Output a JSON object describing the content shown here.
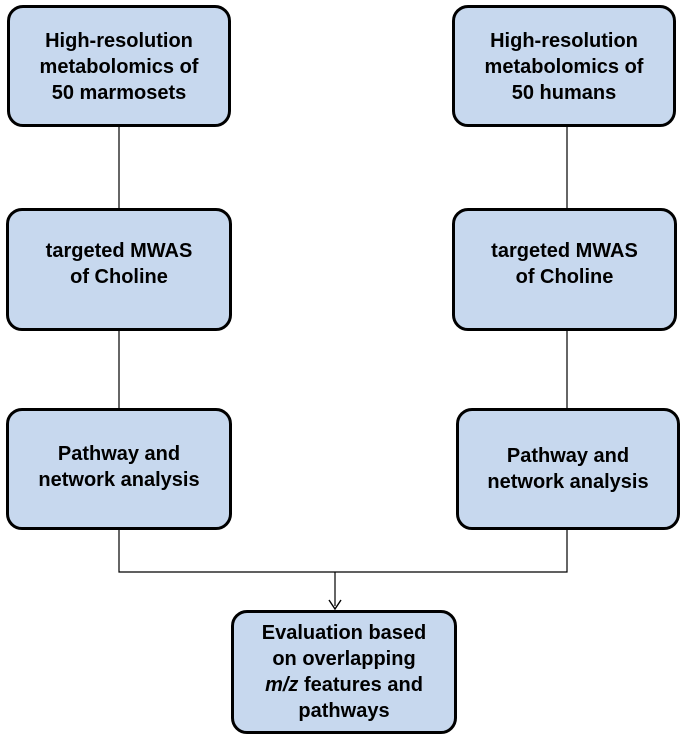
{
  "boxes": {
    "left_1": {
      "lines": [
        "High-resolution",
        "metabolomics of",
        "50 marmosets"
      ]
    },
    "right_1": {
      "lines": [
        "High-resolution",
        "metabolomics of",
        "50 humans"
      ]
    },
    "left_2": {
      "lines": [
        "targeted MWAS",
        "of Choline"
      ]
    },
    "right_2": {
      "lines": [
        "targeted MWAS",
        "of Choline"
      ]
    },
    "left_3": {
      "lines": [
        "Pathway and",
        "network analysis"
      ]
    },
    "right_3": {
      "lines": [
        "Pathway and",
        "network analysis"
      ]
    },
    "bottom": {
      "line1": "Evaluation based",
      "line2": "on overlapping",
      "line3_italic": "m/z",
      "line3_rest": " features and",
      "line4": "pathways"
    }
  },
  "colors": {
    "box_fill": "#c7d8ee",
    "box_border": "#000000",
    "connector": "#000000"
  }
}
